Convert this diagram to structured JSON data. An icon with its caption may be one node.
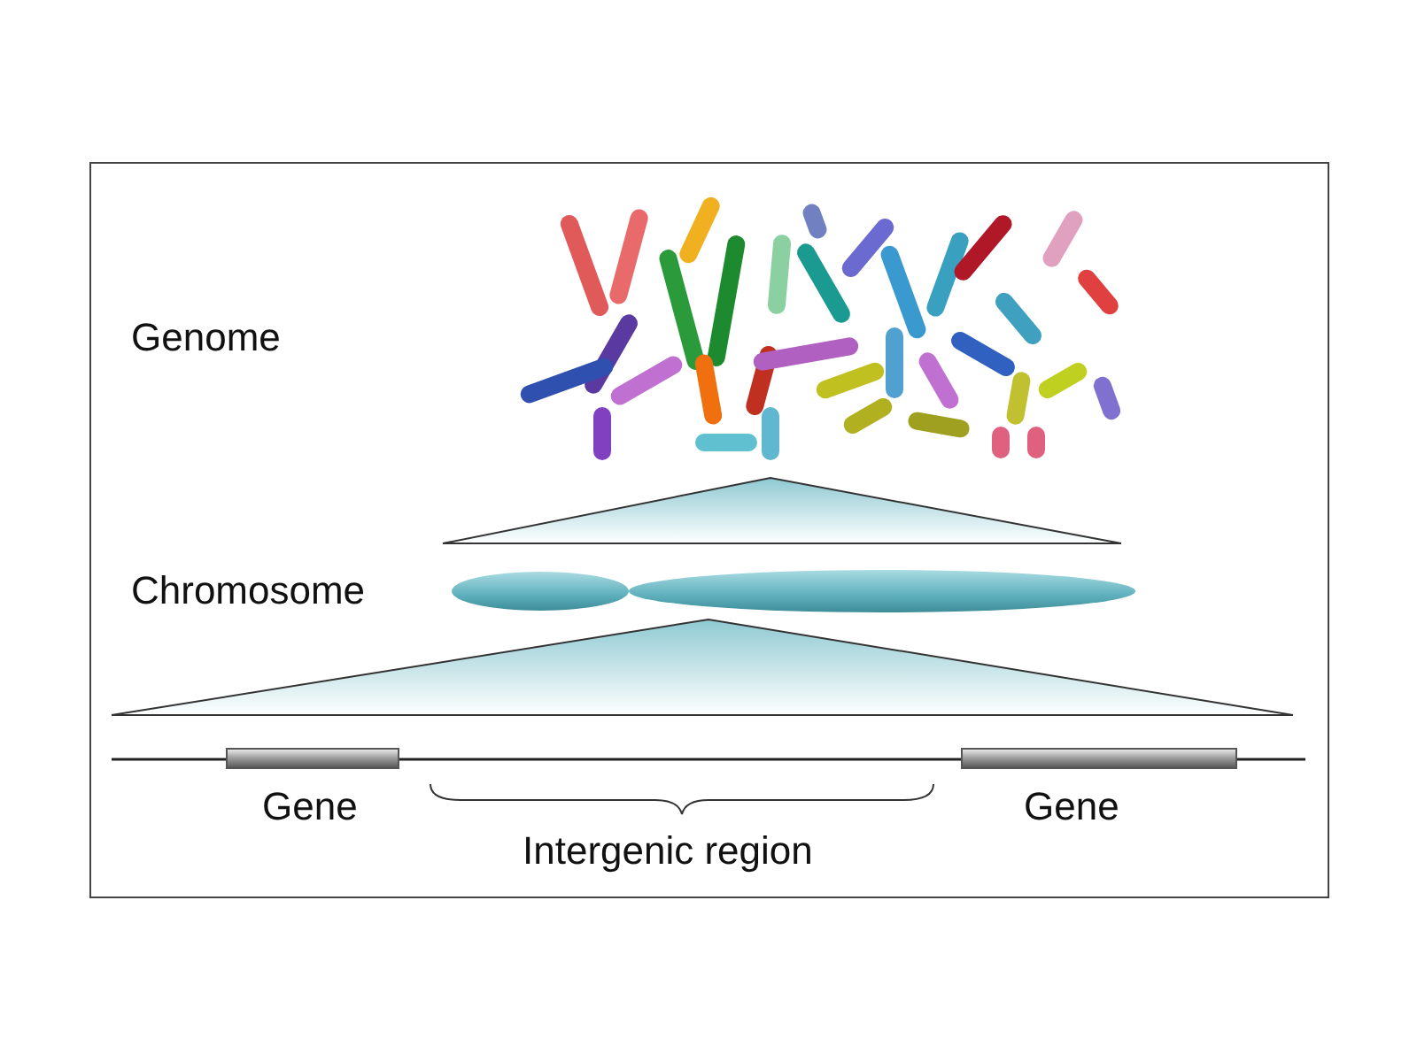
{
  "diagram": {
    "labels": [
      "Genome",
      "Chromosome",
      "Gene",
      "Gene",
      "Intergenic region"
    ]
  }
}
